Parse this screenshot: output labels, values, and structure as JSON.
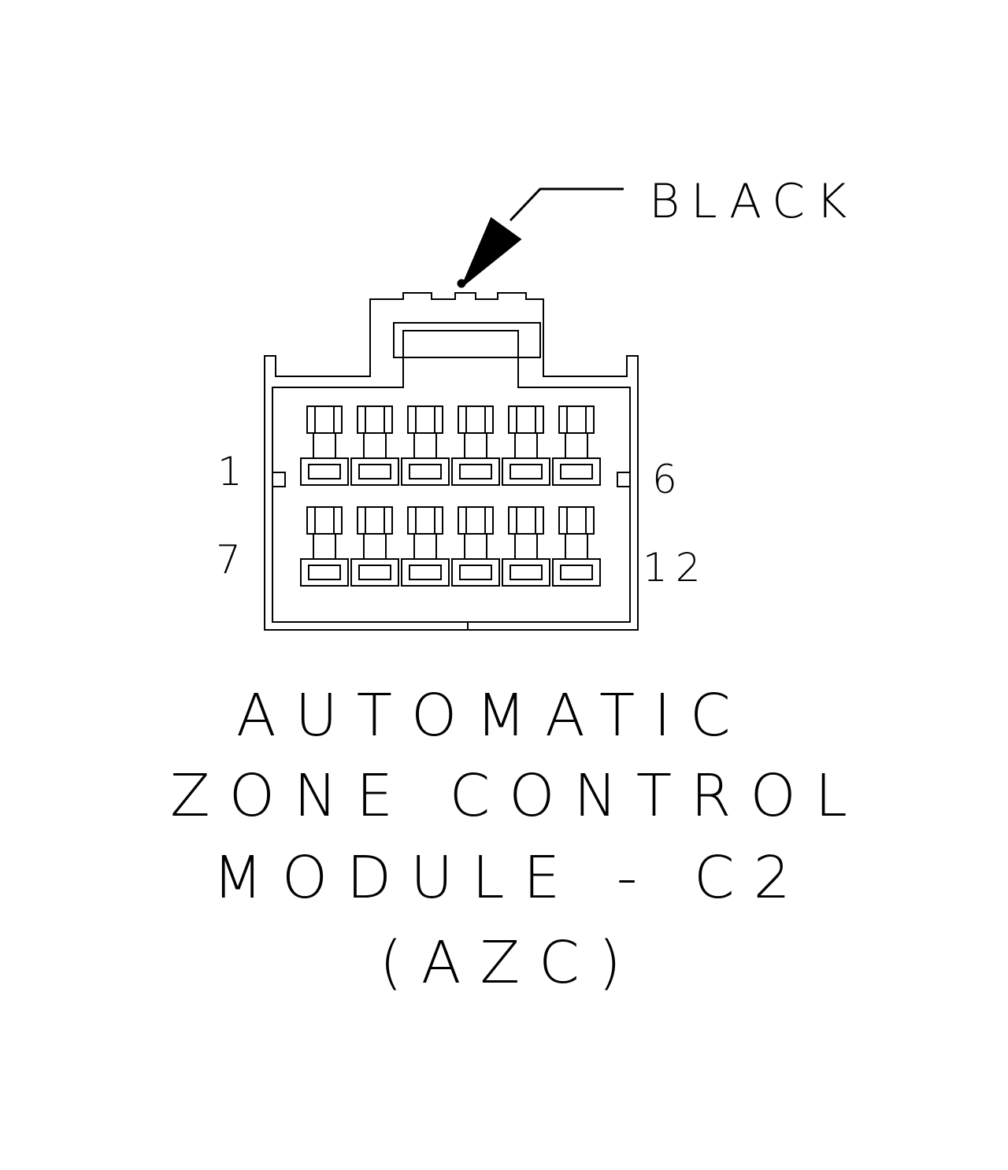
{
  "wire_color_label": "BLACK",
  "pin_labels": {
    "top_left": "1",
    "top_right": "6",
    "bottom_left": "7",
    "bottom_right": "12"
  },
  "title_lines": [
    "AUTOMATIC",
    "ZONE CONTROL",
    "MODULE - C2",
    "(AZC)"
  ],
  "colors": {
    "stroke": "#000000",
    "background": "#ffffff"
  }
}
